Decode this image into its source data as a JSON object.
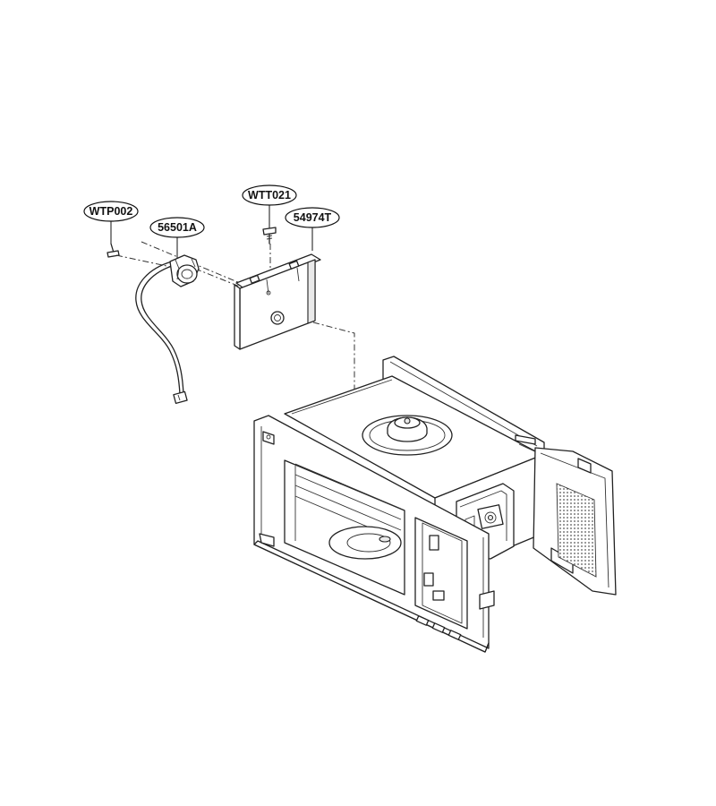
{
  "callouts": {
    "wtp002": "WTP002",
    "p56501a": "56501A",
    "wtt021": "WTT021",
    "p54974t": "54974T"
  },
  "colors": {
    "line": "#222222",
    "background": "#ffffff"
  }
}
